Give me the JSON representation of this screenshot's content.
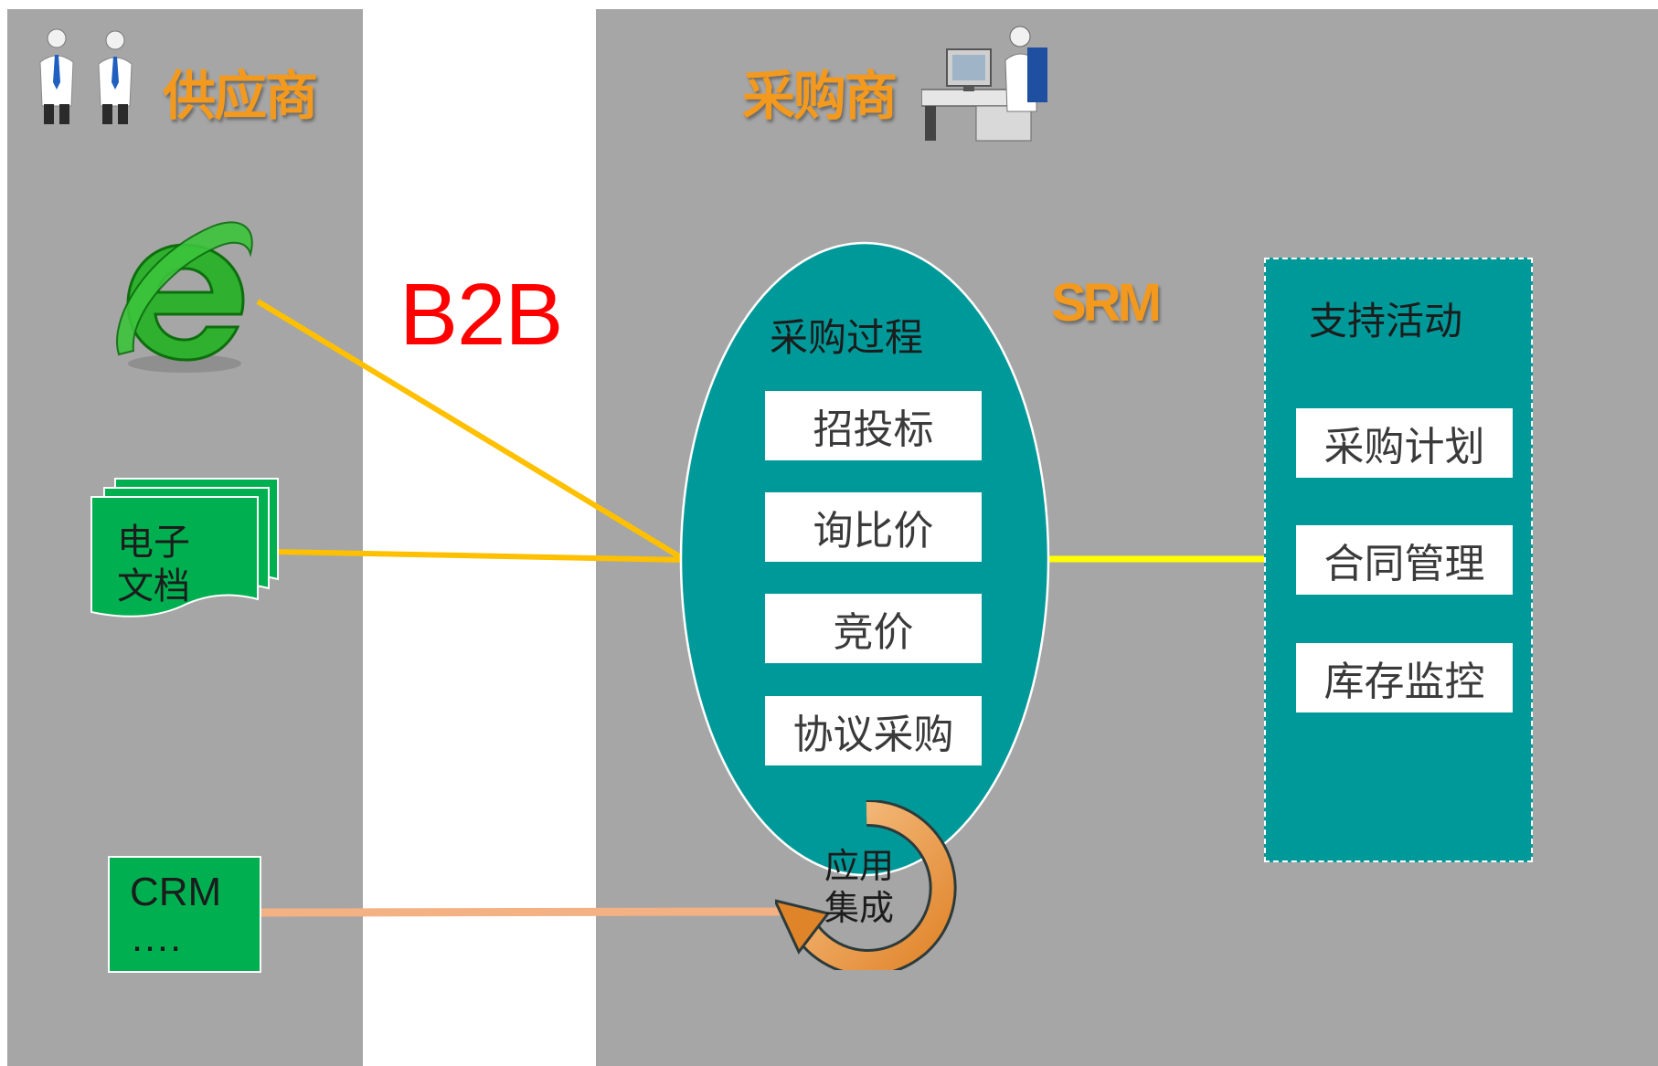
{
  "supplier": {
    "title": "供应商"
  },
  "purchaser": {
    "title": "采购商"
  },
  "b2b_label": "B2B",
  "srm_label": "SRM",
  "procurement": {
    "title": "采购过程",
    "items": [
      "招投标",
      "询比价",
      "竞价",
      "协议采购"
    ]
  },
  "support": {
    "title": "支持活动",
    "items": [
      "采购计划",
      "合同管理",
      "库存监控"
    ]
  },
  "supplier_channels": {
    "document": "电子\n文档",
    "crm": "CRM\n…."
  },
  "integration": {
    "label": "应用\n集成"
  },
  "colors": {
    "panel": "#a6a6a6",
    "teal": "#009999",
    "orange_heading": "#f39a1e",
    "b2b_red": "#ff0000",
    "connector_yellow": "#ffc000",
    "connector_srm": "#ffff00",
    "connector_crm": "#f4b183",
    "green_box": "#00b050"
  },
  "icons": [
    "supplier-people-icon",
    "purchaser-workstation-icon",
    "internet-explorer-icon",
    "document-stack-icon",
    "cycle-arrow-icon"
  ]
}
